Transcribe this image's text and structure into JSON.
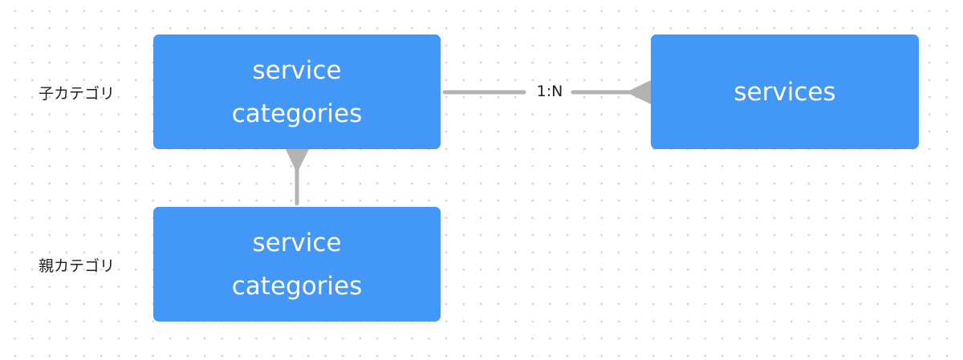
{
  "diagram": {
    "entities": {
      "child": {
        "label": "service categories"
      },
      "parent": {
        "label": "service categories"
      },
      "services": {
        "label": "services"
      }
    },
    "side_labels": {
      "child": "子カテゴリ",
      "parent": "親カテゴリ"
    },
    "relationship": {
      "label": "1:N"
    }
  },
  "colors": {
    "entity_fill": "#4297f7",
    "entity_text": "#ffffff",
    "connector": "#b3b3b3",
    "grid_dot": "#cfcfcf"
  }
}
